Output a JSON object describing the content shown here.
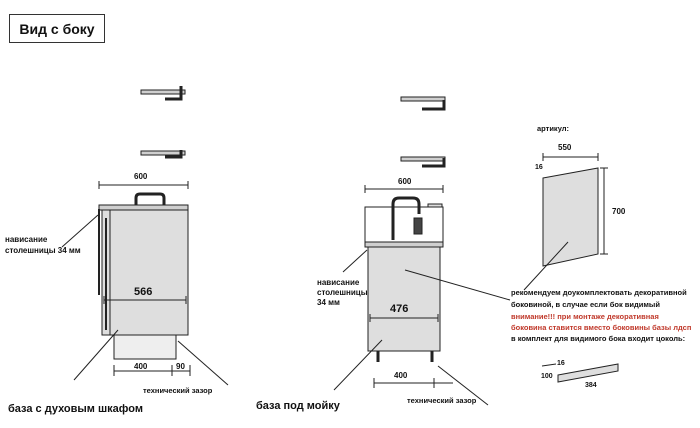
{
  "header": {
    "title": "Вид с боку"
  },
  "left_unit": {
    "width_dim": "600",
    "overhang_label_line1": "нависание",
    "overhang_label_line2": "столешницы 34 мм",
    "inner_dim": "566",
    "plinth_dim": "400",
    "gap_dim": "90",
    "tech_gap_label": "технический зазор",
    "caption": "база с духовым шкафом"
  },
  "right_unit": {
    "width_dim": "600",
    "overhang_label_line1": "нависание",
    "overhang_label_line2": "столешницы",
    "overhang_label_line3": "34 мм",
    "inner_dim": "476",
    "plinth_dim": "400",
    "tech_gap_label": "технический зазор",
    "caption": "база под мойку"
  },
  "side_panel": {
    "article_label": "артикул:",
    "width_dim": "550",
    "thickness_dim": "16",
    "height_dim": "700"
  },
  "recommendation": {
    "line1": "рекомендуем доукомплектовать декоративной",
    "line2": "боковиной, в случае если бок видимый",
    "warning_line1": "внимание!!! при монтаже декоративная",
    "warning_line2": "боковина ставится вместо боковины базы лдсп",
    "line3": "в комплект для видимого бока входит цоколь:"
  },
  "plinth_piece": {
    "thickness_dim": "16",
    "height_dim": "100",
    "length_dim": "384"
  },
  "colors": {
    "panel_fill": "#dedede",
    "stroke": "#222222",
    "warning": "#c0392b"
  }
}
